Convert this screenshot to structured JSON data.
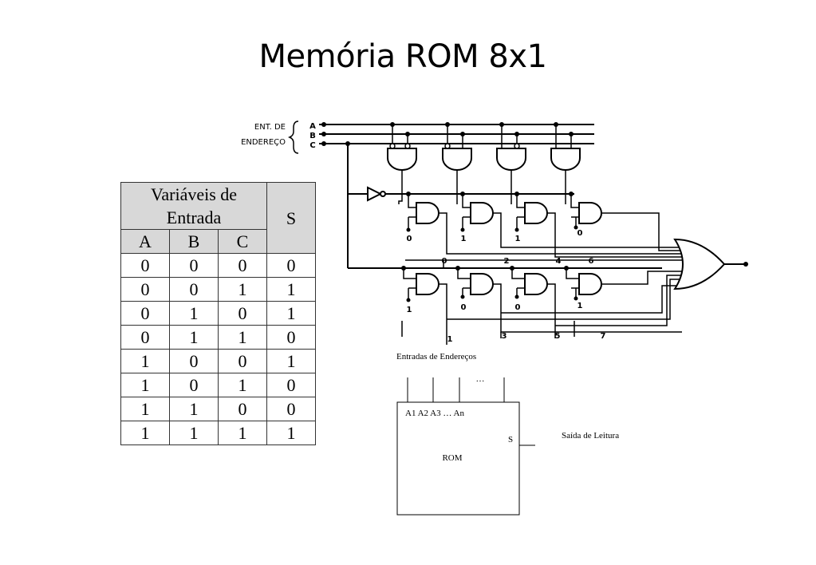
{
  "title": "Memória ROM 8x1",
  "table": {
    "group_header": "Variáveis de Entrada",
    "output_header": "S",
    "columns": [
      "A",
      "B",
      "C"
    ],
    "rows": [
      [
        "0",
        "0",
        "0",
        "0"
      ],
      [
        "0",
        "0",
        "1",
        "1"
      ],
      [
        "0",
        "1",
        "0",
        "1"
      ],
      [
        "0",
        "1",
        "1",
        "0"
      ],
      [
        "1",
        "0",
        "0",
        "1"
      ],
      [
        "1",
        "0",
        "1",
        "0"
      ],
      [
        "1",
        "1",
        "0",
        "0"
      ],
      [
        "1",
        "1",
        "1",
        "1"
      ]
    ]
  },
  "circuit": {
    "input_label_1": "ENT. DE",
    "input_label_2": "ENDEREÇO",
    "inputs": [
      "A",
      "B",
      "C"
    ],
    "top_gate_inputs": [
      "0",
      "1",
      "1",
      "0"
    ],
    "bottom_gate_inputs": [
      "1",
      "0",
      "0",
      "1"
    ],
    "bus_labels_mid": [
      "0",
      "2",
      "4",
      "6"
    ],
    "bus_labels_bottom": [
      "1",
      "3",
      "5",
      "7"
    ]
  },
  "block": {
    "top_label": "Entradas de Endereços",
    "ellipsis": "…",
    "address_label": "A1 A2 A3 … An",
    "output_pin": "S",
    "name": "ROM",
    "output_label": "Saída de Leitura"
  }
}
